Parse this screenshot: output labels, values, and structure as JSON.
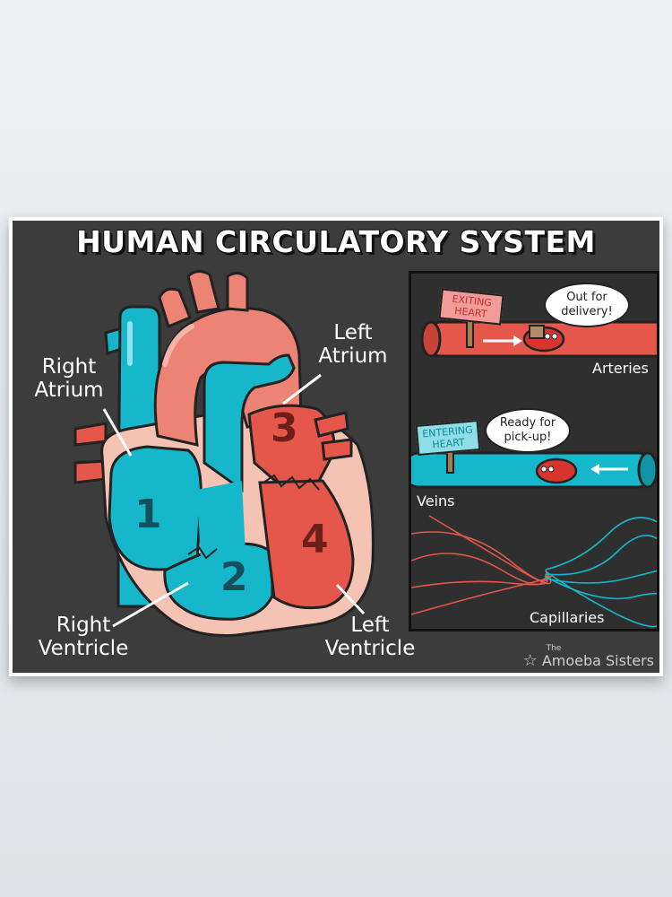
{
  "title": "HUMAN CIRCULATORY SYSTEM",
  "heart": {
    "right_atrium": [
      "Right",
      "Atrium"
    ],
    "right_ventricle": [
      "Right",
      "Ventricle"
    ],
    "left_atrium": [
      "Left",
      "Atrium"
    ],
    "left_ventricle": [
      "Left",
      "Ventricle"
    ],
    "numbers": [
      "1",
      "2",
      "3",
      "4"
    ]
  },
  "vessels": {
    "arteries": {
      "label": "Arteries",
      "sign": [
        "EXITING",
        "HEART"
      ],
      "bubble": [
        "Out for",
        "delivery!"
      ]
    },
    "veins": {
      "label": "Veins",
      "sign": [
        "ENTERING",
        "HEART"
      ],
      "bubble": [
        "Ready for",
        "pick-up!"
      ]
    },
    "capillaries": {
      "label": "Capillaries"
    }
  },
  "brand": {
    "line1": "The",
    "line2": "Amoeba Sisters"
  },
  "colors": {
    "background": "#3c3c3c",
    "blue": "#17b7cb",
    "red": "#e4574a",
    "pink": "#f4c3b4",
    "aorta": "#ec8374"
  }
}
